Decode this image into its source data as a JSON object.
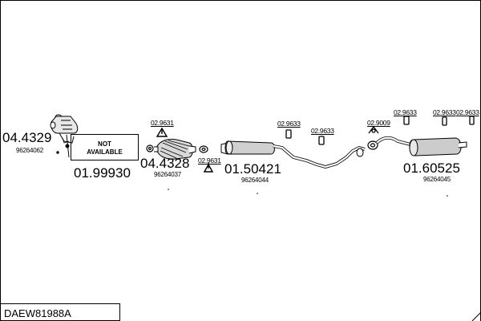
{
  "diagram": {
    "model_code": "DAEW81988A",
    "not_available": [
      "NOT",
      "AVAILABLE"
    ],
    "parts": {
      "front_pipe": {
        "number": "04.4329",
        "oem": "96264062"
      },
      "not_available_part": {
        "number": "01.99930"
      },
      "catalyst": {
        "number": "04.4328",
        "oem": "96264037"
      },
      "middle_silencer": {
        "number": "01.50421",
        "oem": "96264044"
      },
      "rear_silencer": {
        "number": "01.60525",
        "oem": "96264045"
      }
    },
    "fittings": {
      "f1": "02.9631",
      "f2": "02.9631",
      "f3": "02.9633",
      "f4": "02.9633",
      "f5": "02.9009",
      "f6": "02.9633",
      "f7": "02.9633",
      "f8": "02.9633"
    },
    "icons": [
      "front-pipe-icon",
      "catalyst-icon",
      "middle-silencer-icon",
      "rear-silencer-icon",
      "gasket-icon",
      "clamp-icon",
      "rubber-mount-icon"
    ]
  }
}
